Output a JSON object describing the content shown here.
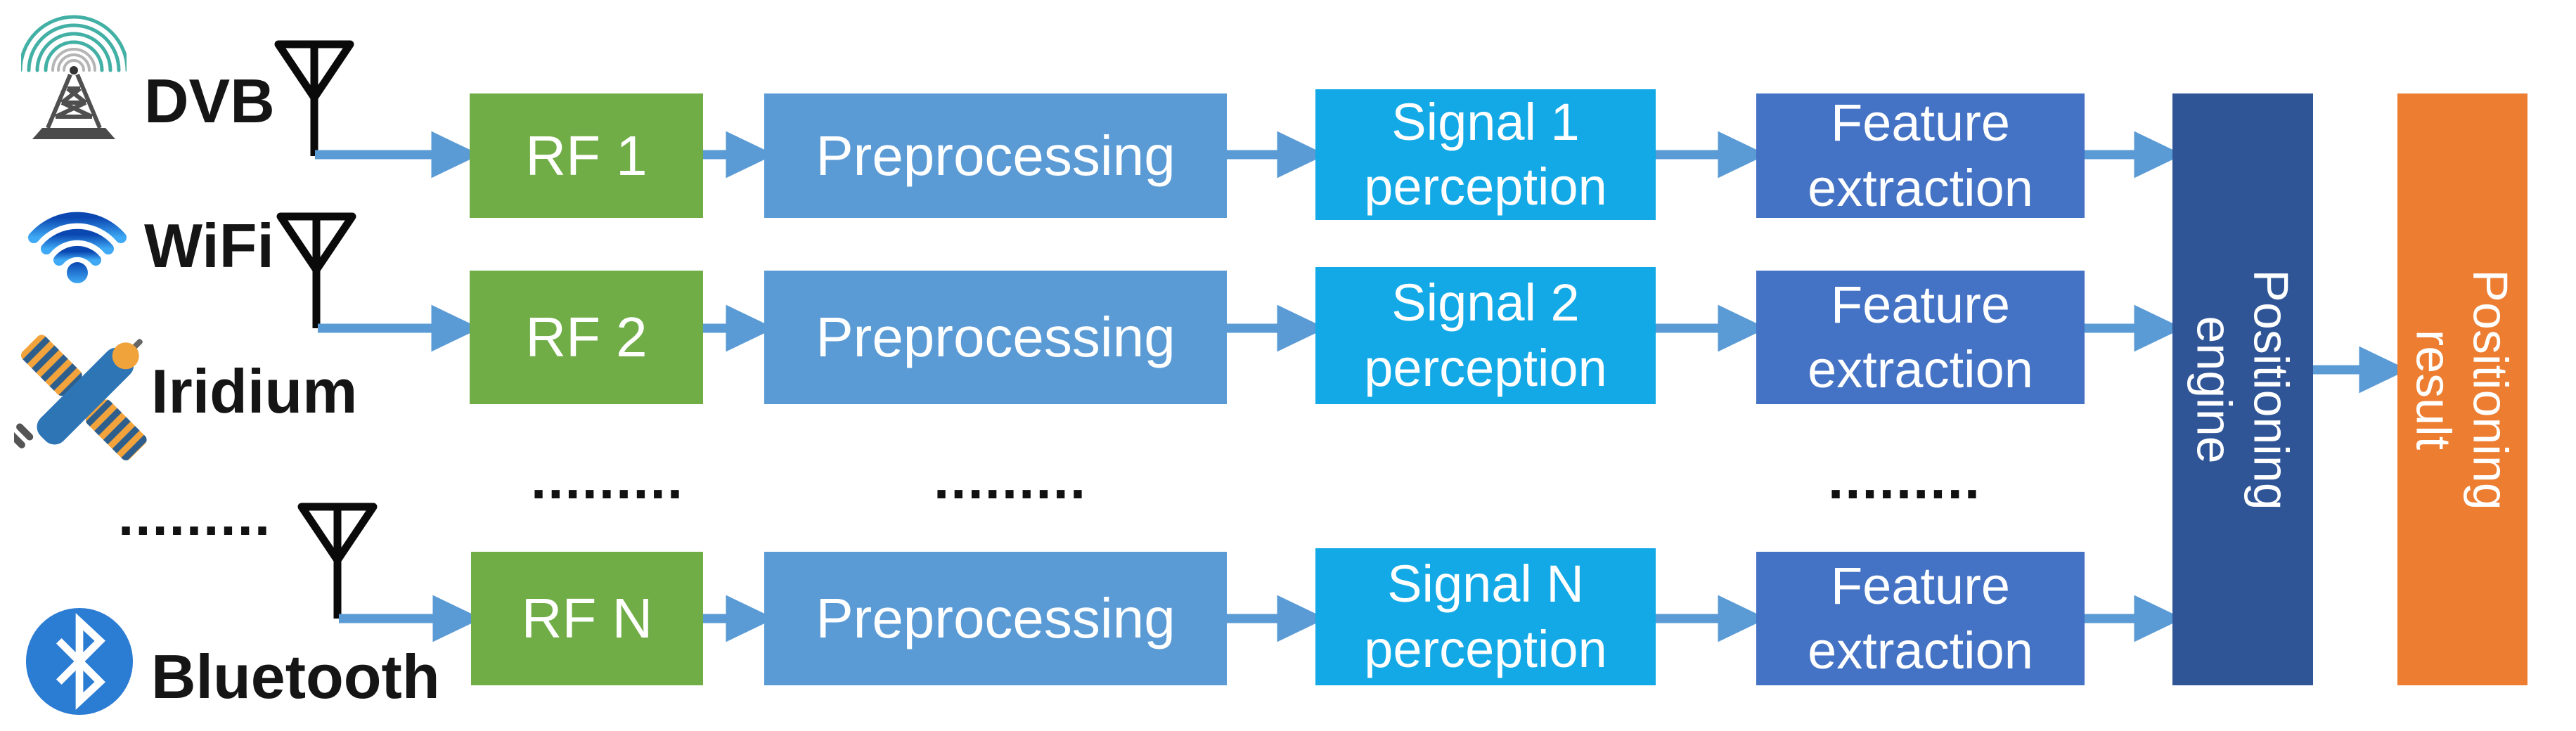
{
  "sources": [
    {
      "label": "DVB",
      "icon": "broadcast-tower-icon"
    },
    {
      "label": "WiFi",
      "icon": "wifi-icon"
    },
    {
      "label": "Iridium",
      "icon": "satellite-icon"
    },
    {
      "label": "Bluetooth",
      "icon": "bluetooth-icon"
    }
  ],
  "ellipsis": ".........",
  "chains": [
    {
      "rf": "RF 1",
      "preprocessing": "Preprocessing",
      "perception": "Signal 1 perception",
      "feature": "Feature extraction"
    },
    {
      "rf": "RF 2",
      "preprocessing": "Preprocessing",
      "perception": "Signal 2 perception",
      "feature": "Feature extraction"
    },
    {
      "rf": "RF N",
      "preprocessing": "Preprocessing",
      "perception": "Signal N perception",
      "feature": "Feature extraction"
    }
  ],
  "engine": {
    "label": "Positioning engine"
  },
  "result": {
    "label": "Positioning result"
  },
  "colors": {
    "rf": "#70AD47",
    "preprocessing": "#5B9BD5",
    "perception": "#12A9E6",
    "feature": "#4472C4",
    "engine": "#2F5597",
    "result": "#ED7D31",
    "arrow": "#5B9BD5",
    "antenna": "#0A0A0A",
    "dots": "#111111"
  }
}
